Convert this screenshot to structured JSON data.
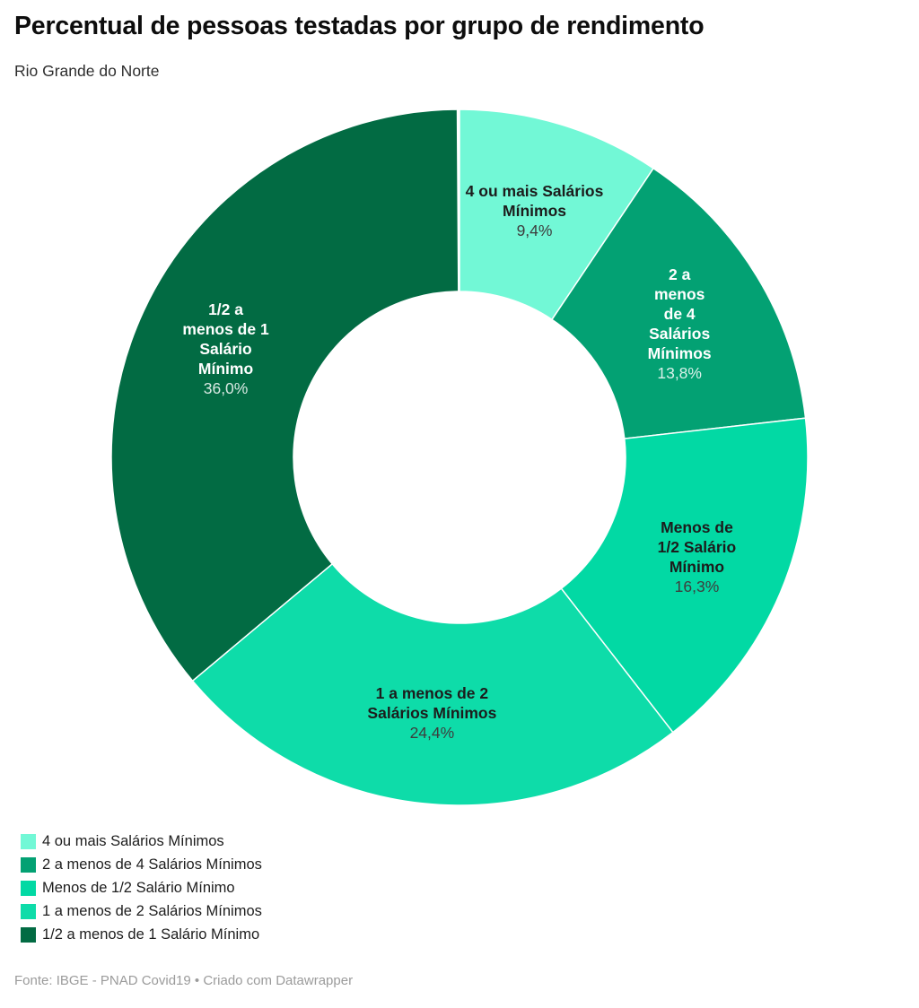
{
  "chart_data": {
    "type": "pie",
    "subtype": "donut",
    "title": "Percentual de pessoas testadas por grupo de rendimento",
    "subtitle": "Rio Grande do Norte",
    "value_suffix": "%",
    "decimal_separator": ",",
    "legend_position": "bottom-left",
    "start_angle_deg": 0,
    "direction": "clockwise",
    "slices": [
      {
        "label": "4 ou mais Salários Mínimos",
        "value": 9.4,
        "value_label": "9,4%",
        "label_lines": [
          "4 ou mais Salários",
          "Mínimos"
        ],
        "color": "#72F8D6",
        "text_color": "#1c1c1c",
        "value_color": "#3d3d3d"
      },
      {
        "label": "2 a menos de 4 Salários Mínimos",
        "value": 13.8,
        "value_label": "13,8%",
        "label_lines": [
          "2 a",
          "menos",
          "de 4",
          "Salários",
          "Mínimos"
        ],
        "color": "#03A173",
        "text_color": "#ffffff",
        "value_color": "rgba(255,255,255,0.85)"
      },
      {
        "label": "Menos de 1/2 Salário Mínimo",
        "value": 16.3,
        "value_label": "16,3%",
        "label_lines": [
          "Menos de",
          "1/2 Salário",
          "Mínimo"
        ],
        "color": "#02D9A4",
        "text_color": "#1c1c1c",
        "value_color": "#3d3d3d"
      },
      {
        "label": "1 a menos de 2 Salários Mínimos",
        "value": 24.4,
        "value_label": "24,4%",
        "label_lines": [
          "1 a menos de 2",
          "Salários Mínimos"
        ],
        "color": "#0EDCA9",
        "text_color": "#1c1c1c",
        "value_color": "#3d3d3d"
      },
      {
        "label": "1/2 a menos de 1 Salário Mínimo",
        "value": 36.0,
        "value_label": "36,0%",
        "label_lines": [
          "1/2 a",
          "menos de 1",
          "Salário",
          "Mínimo"
        ],
        "color": "#026B43",
        "text_color": "#ffffff",
        "value_color": "rgba(255,255,255,0.85)"
      }
    ]
  },
  "footer": {
    "source_text": "Fonte: IBGE - PNAD Covid19 • Criado com Datawrapper"
  }
}
